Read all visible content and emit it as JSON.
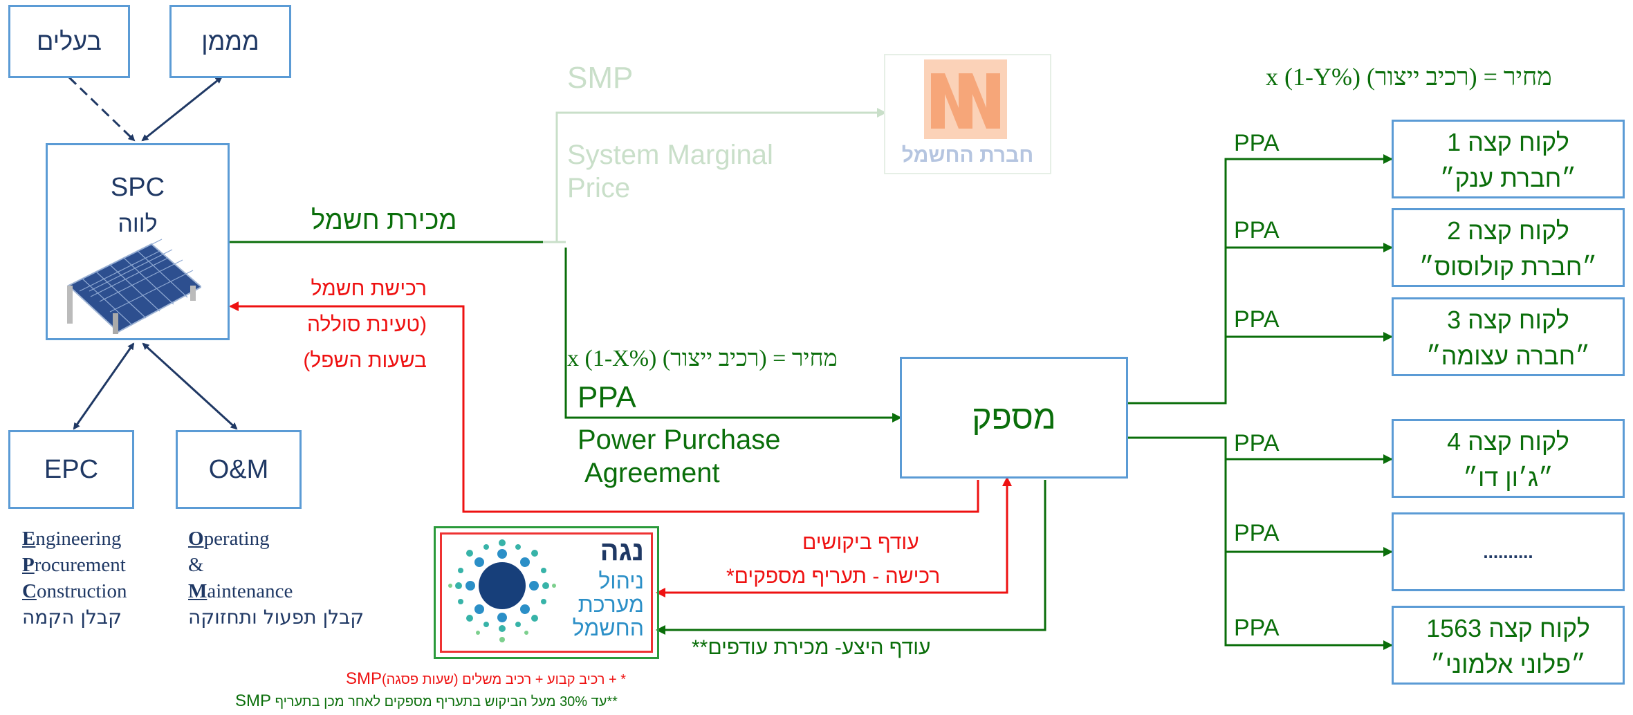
{
  "owners": "בעלים",
  "financier": "מממן",
  "spc": {
    "title": "SPC",
    "subtitle": "לווה"
  },
  "epc": "EPC",
  "om": "O&M",
  "epc_desc": {
    "l1_first": "E",
    "l1_rest": "ngineering",
    "l2_first": "P",
    "l2_rest": "rocurement",
    "l3_first": "C",
    "l3_rest": "onstruction",
    "hebrew": "קבלן הקמה"
  },
  "om_desc": {
    "l1_first": "O",
    "l1_rest": "perating",
    "l2": "&",
    "l3_first": "M",
    "l3_rest": "aintenance",
    "hebrew": "קבלן תפעול ותחזוקה"
  },
  "electricity_sale": "מכירת חשמל",
  "purchase": {
    "l1": "רכישת חשמל",
    "l2": "(טעינת סוללה",
    "l3": "בשעות השפל)"
  },
  "smp": {
    "title": "SMP",
    "desc_l1": "System Marginal",
    "desc_l2": "Price"
  },
  "iec_logo": {
    "text": "חברת החשמל",
    "color": "#f4a87a"
  },
  "formula_x": "מחיר = (רכיב ייצור) x (1-X%)",
  "formula_y": "מחיר = (רכיב ייצור) x (1-Y%)",
  "ppa_main": {
    "title": "PPA",
    "l1": "Power Purchase",
    "l2": "Agreement"
  },
  "supplier": "מספק",
  "demand_surplus": "עודף ביקושים",
  "purchase_tariff": "רכישה - תעריף מספקים*",
  "production_surplus": "עודף היצע- מכירת עודפים**",
  "noga": {
    "name": "נגה",
    "l1": "ניהול",
    "l2": "מערכת",
    "l3": "החשמל"
  },
  "footnote1": {
    "smp": "SMP",
    "text": "* + רכיב קבוע + רכיב משלים (שעות פסגה)"
  },
  "footnote2": {
    "text": "**עד 30% מעל הביקוש בתעריף מספקים לאחר מכן בתעריף",
    "smp": "SMP"
  },
  "ppa_label": "PPA",
  "customers": [
    {
      "l1": "לקוח קצה 1",
      "l2": "״חברת ענק״"
    },
    {
      "l1": "לקוח קצה 2",
      "l2": "״חברת קולוסוס״"
    },
    {
      "l1": "לקוח קצה 3",
      "l2": "״חברה עצומה״"
    },
    {
      "l1": "לקוח קצה 4",
      "l2": "״ג׳ון דו״"
    },
    {
      "l1": "..........",
      "l2": ""
    },
    {
      "l1": "לקוח קצה 1563",
      "l2": "״פלוני אלמוני״"
    }
  ],
  "colors": {
    "green": "#0a6e0a",
    "red": "#ee1111",
    "navy": "#1f3864",
    "box_border": "#5b9bd5"
  }
}
